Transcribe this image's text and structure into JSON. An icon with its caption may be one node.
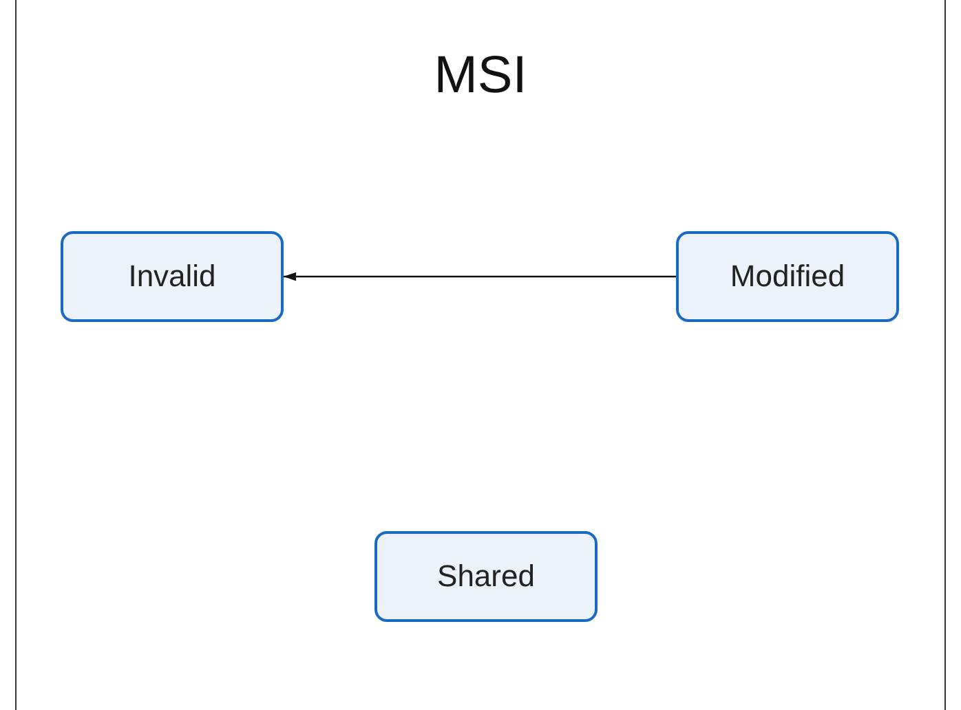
{
  "diagram": {
    "title": "MSI",
    "nodes": [
      {
        "text": [
          "Invalid"
        ]
      },
      {
        "text": [
          "Modified"
        ]
      },
      {
        "text": [
          "Shared"
        ]
      }
    ],
    "edges": [
      {
        "from": 1,
        "to": 0,
        "arrow": "to"
      }
    ]
  }
}
